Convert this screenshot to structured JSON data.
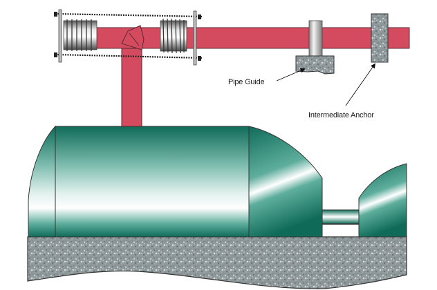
{
  "diagram": {
    "title": "Expansion joint, pipe guide and intermediate anchor on equipment piping",
    "labels": {
      "pipe_guide": "Pipe Guide",
      "intermediate_anchor": "Intermediate Anchor"
    },
    "colors": {
      "pipe": "#d44a5e",
      "pipe_outline": "#5a2a30",
      "tank_dark": "#0f6b58",
      "tank_mid": "#5fae9d",
      "tank_light": "#ffffff",
      "concrete": "#8e979a",
      "bellows": "#9a9a9a",
      "outline": "#333333",
      "background": "#ffffff"
    },
    "components": [
      "Left bellows expansion joint",
      "Pipe tee",
      "Right bellows expansion joint",
      "Tie rods",
      "Pipe guide",
      "Intermediate anchor",
      "Horizontal tank",
      "Connecting pipe",
      "Pump / machine",
      "Concrete foundation"
    ]
  }
}
